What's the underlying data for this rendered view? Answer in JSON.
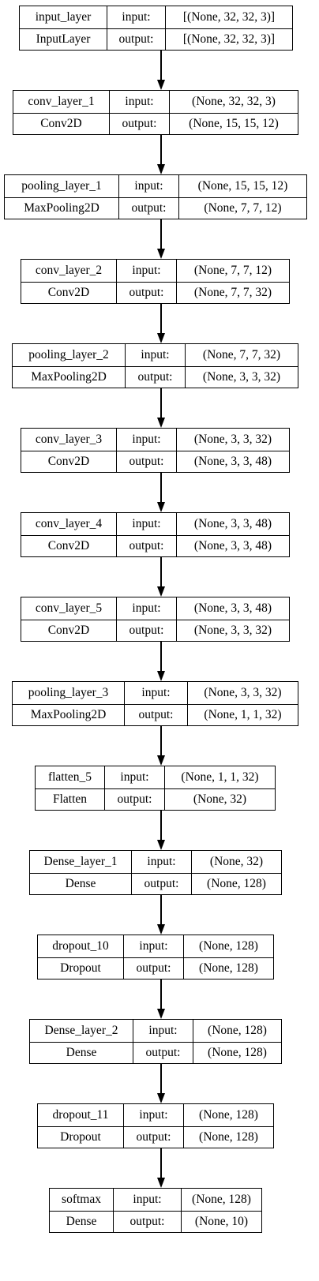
{
  "diagram": {
    "layers": [
      {
        "name": "input_layer",
        "class": "InputLayer",
        "input_label": "input:",
        "output_label": "output:",
        "input_shape": "[(None, 32, 32, 3)]",
        "output_shape": "[(None, 32, 32, 3)]"
      },
      {
        "name": "conv_layer_1",
        "class": "Conv2D",
        "input_label": "input:",
        "output_label": "output:",
        "input_shape": "(None, 32, 32, 3)",
        "output_shape": "(None, 15, 15, 12)"
      },
      {
        "name": "pooling_layer_1",
        "class": "MaxPooling2D",
        "input_label": "input:",
        "output_label": "output:",
        "input_shape": "(None, 15, 15, 12)",
        "output_shape": "(None, 7, 7, 12)"
      },
      {
        "name": "conv_layer_2",
        "class": "Conv2D",
        "input_label": "input:",
        "output_label": "output:",
        "input_shape": "(None, 7, 7, 12)",
        "output_shape": "(None, 7, 7, 32)"
      },
      {
        "name": "pooling_layer_2",
        "class": "MaxPooling2D",
        "input_label": "input:",
        "output_label": "output:",
        "input_shape": "(None, 7, 7, 32)",
        "output_shape": "(None, 3, 3, 32)"
      },
      {
        "name": "conv_layer_3",
        "class": "Conv2D",
        "input_label": "input:",
        "output_label": "output:",
        "input_shape": "(None, 3, 3, 32)",
        "output_shape": "(None, 3, 3, 48)"
      },
      {
        "name": "conv_layer_4",
        "class": "Conv2D",
        "input_label": "input:",
        "output_label": "output:",
        "input_shape": "(None, 3, 3, 48)",
        "output_shape": "(None, 3, 3, 48)"
      },
      {
        "name": "conv_layer_5",
        "class": "Conv2D",
        "input_label": "input:",
        "output_label": "output:",
        "input_shape": "(None, 3, 3, 48)",
        "output_shape": "(None, 3, 3, 32)"
      },
      {
        "name": "pooling_layer_3",
        "class": "MaxPooling2D",
        "input_label": "input:",
        "output_label": "output:",
        "input_shape": "(None, 3, 3, 32)",
        "output_shape": "(None, 1, 1, 32)"
      },
      {
        "name": "flatten_5",
        "class": "Flatten",
        "input_label": "input:",
        "output_label": "output:",
        "input_shape": "(None, 1, 1, 32)",
        "output_shape": "(None, 32)"
      },
      {
        "name": "Dense_layer_1",
        "class": "Dense",
        "input_label": "input:",
        "output_label": "output:",
        "input_shape": "(None, 32)",
        "output_shape": "(None, 128)"
      },
      {
        "name": "dropout_10",
        "class": "Dropout",
        "input_label": "input:",
        "output_label": "output:",
        "input_shape": "(None, 128)",
        "output_shape": "(None, 128)"
      },
      {
        "name": "Dense_layer_2",
        "class": "Dense",
        "input_label": "input:",
        "output_label": "output:",
        "input_shape": "(None, 128)",
        "output_shape": "(None, 128)"
      },
      {
        "name": "dropout_11",
        "class": "Dropout",
        "input_label": "input:",
        "output_label": "output:",
        "input_shape": "(None, 128)",
        "output_shape": "(None, 128)"
      },
      {
        "name": "softmax",
        "class": "Dense",
        "input_label": "input:",
        "output_label": "output:",
        "input_shape": "(None, 128)",
        "output_shape": "(None, 10)"
      }
    ]
  }
}
